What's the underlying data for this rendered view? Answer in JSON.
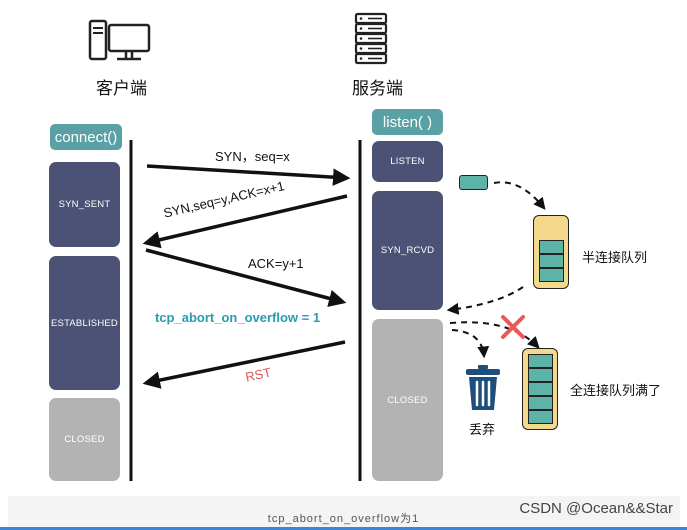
{
  "client": {
    "title": "客户端",
    "header": "connect()",
    "states": [
      "SYN_SENT",
      "ESTABLISHED",
      "CLOSED"
    ]
  },
  "server": {
    "title": "服务端",
    "header": "listen( )",
    "states": [
      "LISTEN",
      "SYN_RCVD",
      "CLOSED"
    ]
  },
  "messages": {
    "syn": "SYN，seq=x",
    "synack": "SYN,seq=y,ACK=x+1",
    "ack": "ACK=y+1",
    "abort": "tcp_abort_on_overflow = 1",
    "rst": "RST"
  },
  "queues": {
    "half": "半连接队列",
    "full": "全连接队列满了",
    "discard": "丢弃"
  },
  "caption": "tcp_abort_on_overflow为1",
  "watermark": "CSDN @Ocean&&Star",
  "colors": {
    "state_dark": "#4b5276",
    "state_grey": "#b3b3b3",
    "header_teal": "#5aa1a6",
    "abort_text": "#2a9bb0",
    "rst_text": "#e05858",
    "queue_yellow": "#f4d88b",
    "queue_slot": "#5db3a7",
    "cross_red": "#e85a5a"
  },
  "icons": [
    "computer-icon",
    "server-icon",
    "trash-icon",
    "cross-icon"
  ]
}
